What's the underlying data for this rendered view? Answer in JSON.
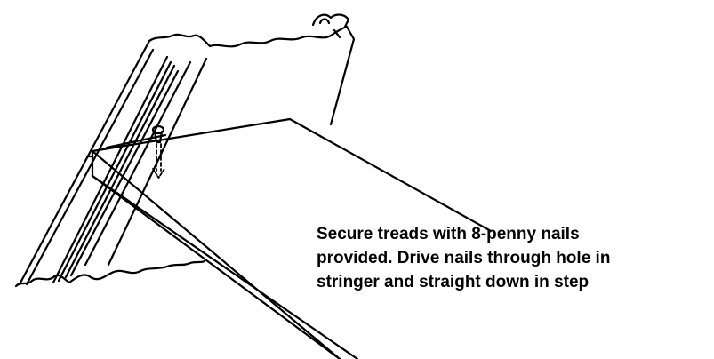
{
  "caption": {
    "lines": [
      "Secure treads with 8-penny nails",
      "provided. Drive nails through hole in",
      "stringer and straight down in step"
    ]
  },
  "colors": {
    "ink": "#000000",
    "paper": "#ffffff"
  },
  "icons": {
    "nail": "nail-icon",
    "drive_direction": "arrow-down-icon"
  }
}
